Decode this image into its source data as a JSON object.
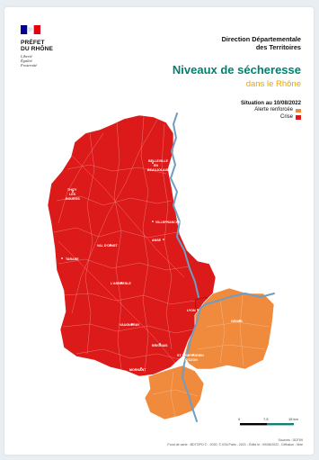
{
  "logo": {
    "title_line1": "PRÉFET",
    "title_line2": "DU RHÔNE",
    "motto_line1": "Liberté",
    "motto_line2": "Égalité",
    "motto_line3": "Fraternité",
    "flag_colors": [
      "#000091",
      "#ffffff",
      "#e1000f"
    ]
  },
  "header": {
    "direction_line1": "Direction Départementale",
    "direction_line2": "des Territoires",
    "title": "Niveaux de sécheresse",
    "subtitle": "dans le Rhône"
  },
  "legend": {
    "date_label": "Situation au 10/08/2022",
    "items": [
      {
        "label": "Alerte renforcée",
        "color": "#f08a3c"
      },
      {
        "label": "Crise",
        "color": "#dd1a1a"
      }
    ]
  },
  "map": {
    "river_color": "#6f9ec2",
    "border_color": "#ffffff",
    "cities": [
      "BELLEVILLE",
      "EN",
      "BEAUJOLAIS",
      "THIZY",
      "LES",
      "BOURGS",
      "VILLEFRANCHE",
      "ANSE",
      "VAL D'OINGT",
      "TARARE",
      "L'ARBRESLE",
      "LYON",
      "VAUGNERAY",
      "GENAS",
      "BRIGNAIS",
      "ST SYMPHORIEN",
      "D'OZON",
      "MORNANT"
    ]
  },
  "scale": {
    "ticks": [
      "0",
      "7,5",
      "15 km"
    ]
  },
  "sources": {
    "line1": "Sources : DDT69",
    "line2": "Fond de carte : BDTOPO © - 2020, © IGN Paris - 2021 - Édité le : 09/08/2022 - Diffusion : libre"
  }
}
